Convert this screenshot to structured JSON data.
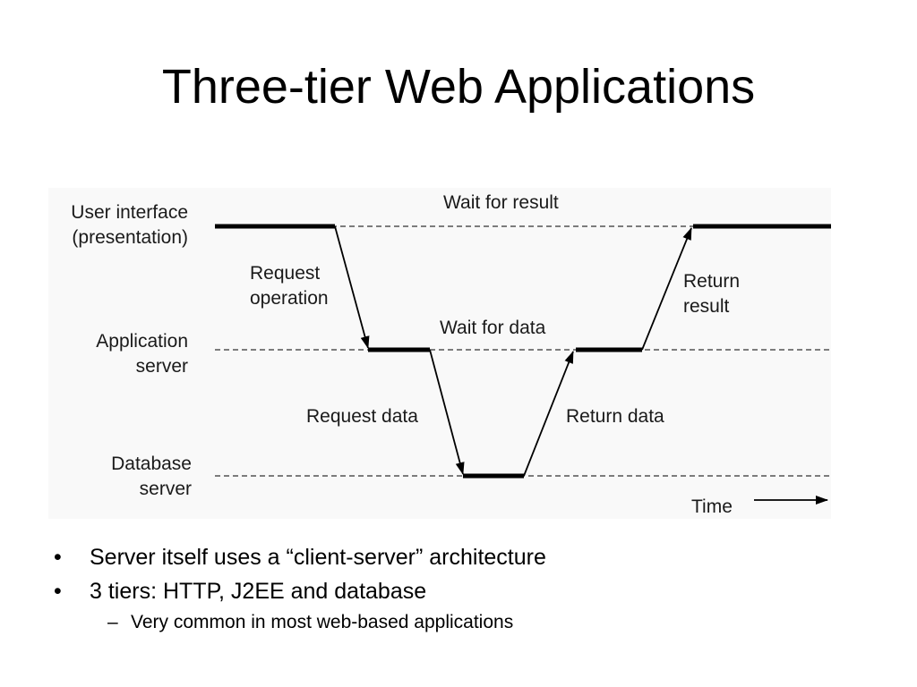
{
  "slide": {
    "title": "Three-tier Web Applications"
  },
  "diagram": {
    "tiers": {
      "user_interface": [
        "User interface",
        "(presentation)"
      ],
      "application_server": [
        "Application",
        "server"
      ],
      "database_server": [
        "Database",
        "server"
      ]
    },
    "waits": {
      "result": "Wait for result",
      "data": "Wait for data"
    },
    "arrows": {
      "request_operation": [
        "Request",
        "operation"
      ],
      "return_result": [
        "Return",
        "result"
      ],
      "request_data": "Request data",
      "return_data": "Return data"
    },
    "time_label": "Time"
  },
  "bullets": {
    "items": [
      {
        "marker": "•",
        "text": "Server itself uses a “client-server” architecture"
      },
      {
        "marker": "•",
        "text": "3 tiers: HTTP, J2EE and database"
      }
    ],
    "sub_items": [
      {
        "marker": "–",
        "text": "Very common in most web-based applications"
      }
    ]
  }
}
